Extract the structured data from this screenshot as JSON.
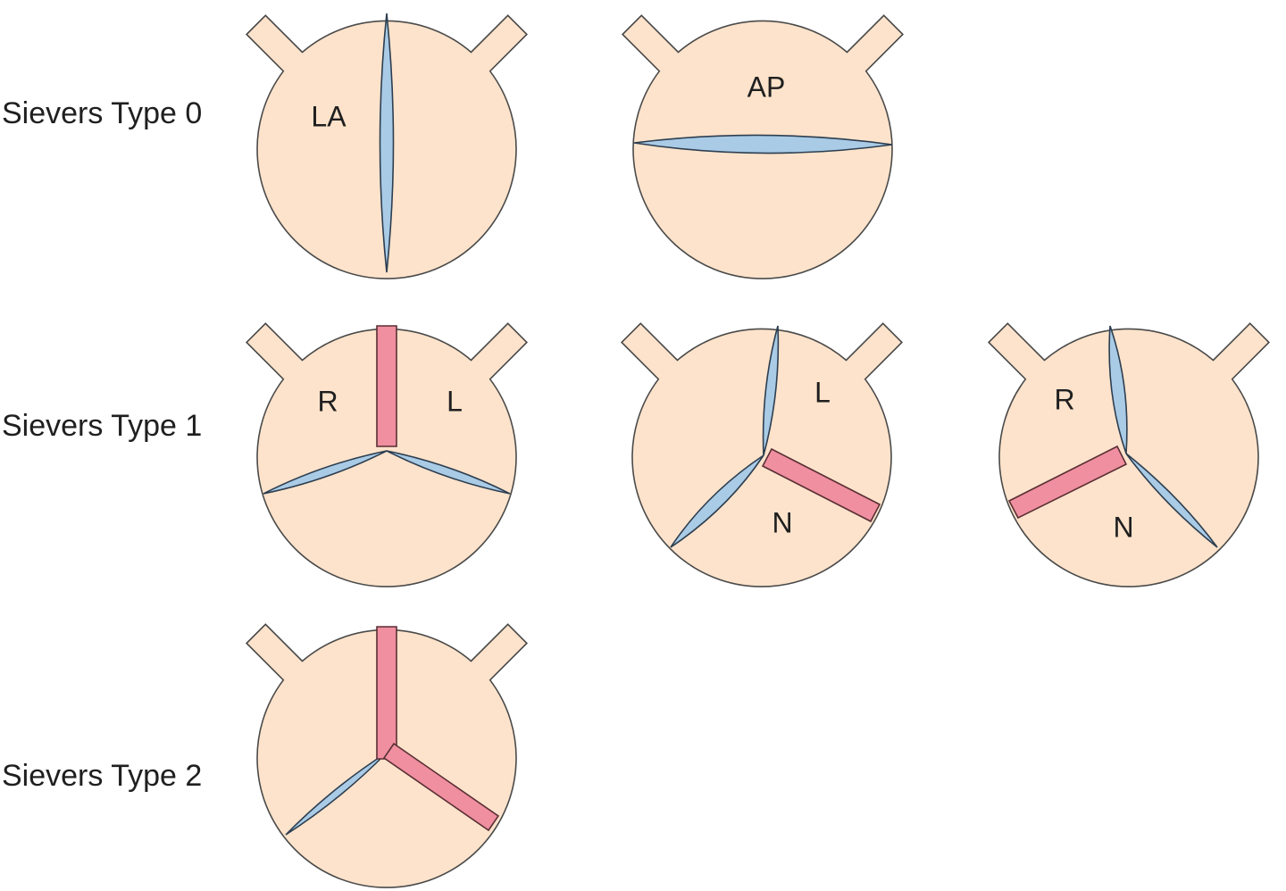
{
  "colors": {
    "valve_fill": "#fde3cb",
    "commissure_fill": "#a9cbe6",
    "raphe_fill": "#f08f9f",
    "outline": "#4a4a4a"
  },
  "rows": [
    {
      "id": "type0",
      "label": "Sievers Type 0"
    },
    {
      "id": "type1",
      "label": "Sievers Type 1"
    },
    {
      "id": "type2",
      "label": "Sievers Type 2"
    }
  ],
  "valves": [
    {
      "id": "type0-la",
      "row": "type0",
      "cusp_labels": [
        "LA"
      ]
    },
    {
      "id": "type0-ap",
      "row": "type0",
      "cusp_labels": [
        "AP"
      ]
    },
    {
      "id": "type1-rl",
      "row": "type1",
      "cusp_labels": [
        "R",
        "L"
      ]
    },
    {
      "id": "type1-ln",
      "row": "type1",
      "cusp_labels": [
        "L",
        "N"
      ]
    },
    {
      "id": "type1-rn",
      "row": "type1",
      "cusp_labels": [
        "R",
        "N"
      ]
    },
    {
      "id": "type2",
      "row": "type2",
      "cusp_labels": []
    }
  ]
}
